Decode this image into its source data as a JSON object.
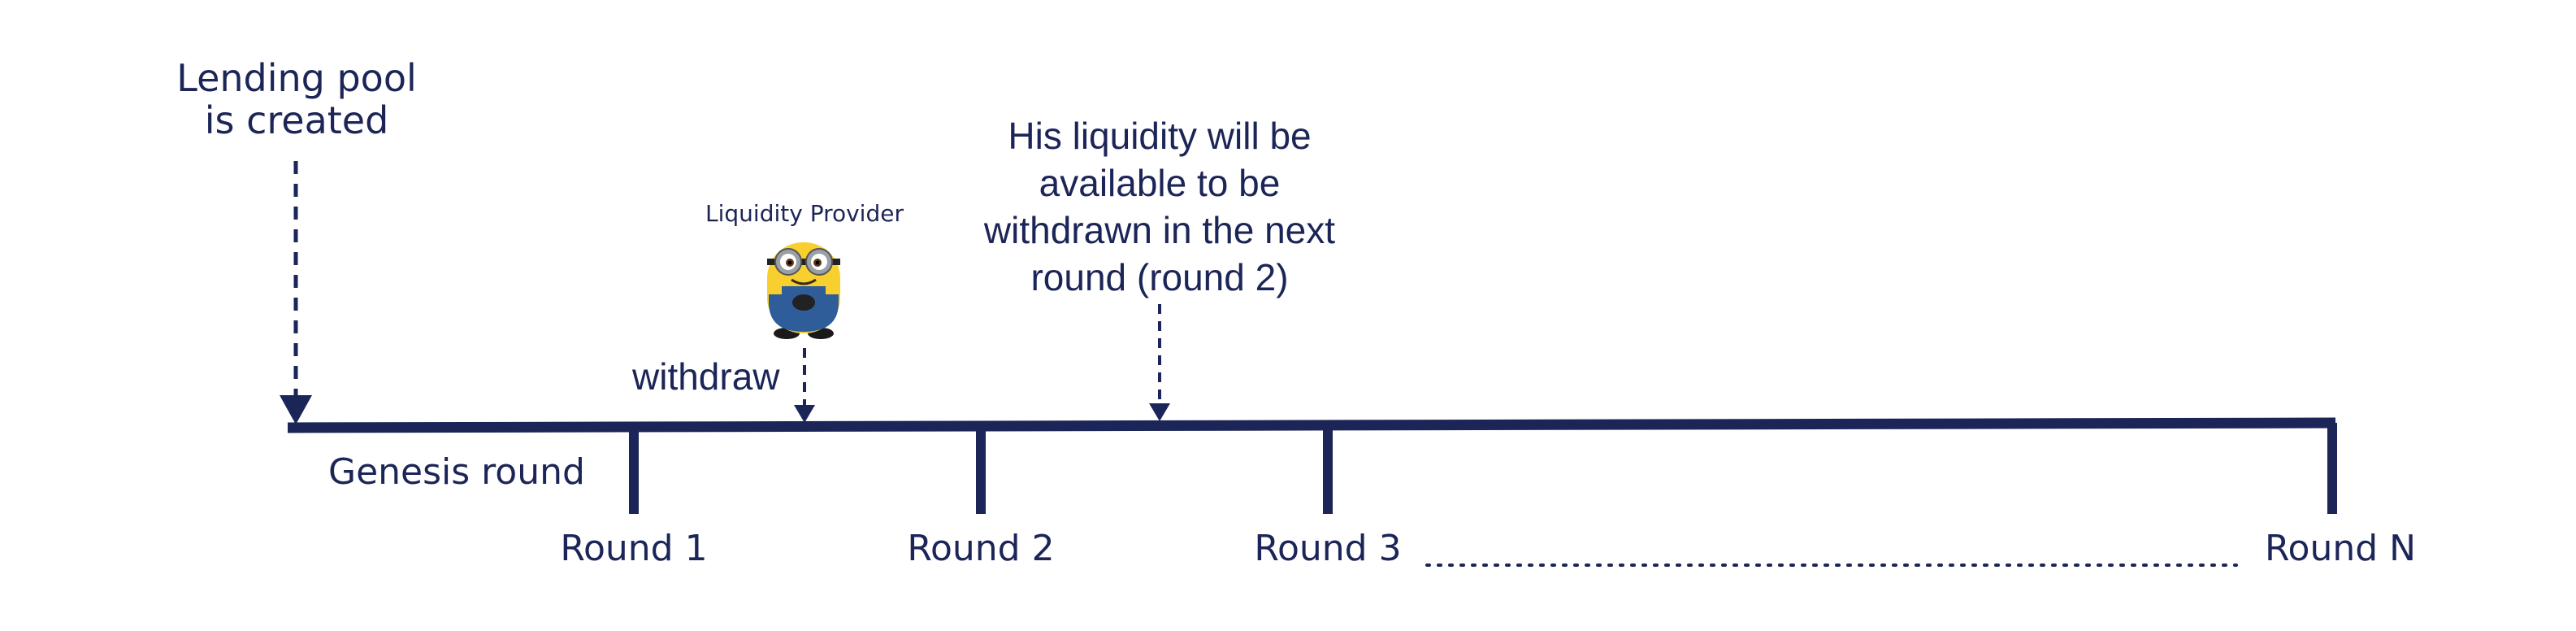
{
  "colors": {
    "primary": "#1c2557",
    "minion_yellow": "#f7cf2f",
    "minion_blue": "#2f5d9a",
    "goggle_gray": "#9aa0a6"
  },
  "annotations": {
    "lending_pool_line1": "Lending pool",
    "lending_pool_line2": "is created",
    "liquidity_line1": "His liquidity will be",
    "liquidity_line2": "available to be",
    "liquidity_line3": "withdrawn in the next",
    "liquidity_line4": "round (round 2)",
    "actor_label": "Liquidity Provider",
    "action_label": "withdraw",
    "genesis_label": "Genesis round",
    "ellipsis": "…………………………………………………………………………"
  },
  "timeline": {
    "rounds": [
      {
        "label": "Round 1"
      },
      {
        "label": "Round 2"
      },
      {
        "label": "Round 3"
      },
      {
        "label": "Round N"
      }
    ]
  },
  "icons": {
    "actor_icon": "minion-icon"
  }
}
